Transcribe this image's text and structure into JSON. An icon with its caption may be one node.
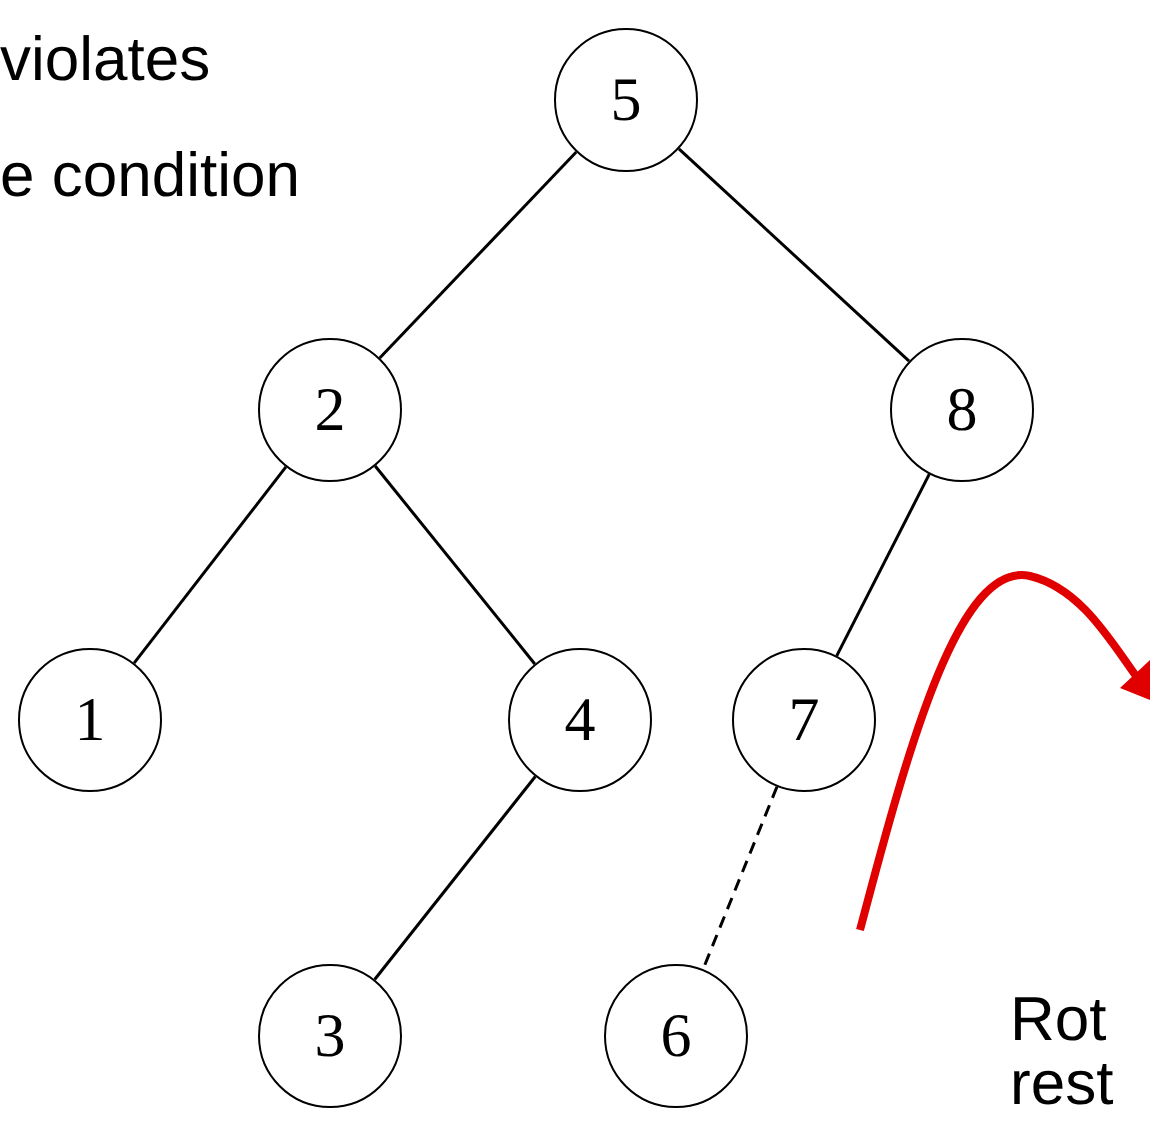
{
  "diagram": {
    "nodes": [
      {
        "text": [
          "5"
        ]
      },
      {
        "text": [
          "2"
        ]
      },
      {
        "text": [
          "8"
        ]
      },
      {
        "text": [
          "1"
        ]
      },
      {
        "text": [
          "4"
        ]
      },
      {
        "text": [
          "7"
        ]
      },
      {
        "text": [
          "3"
        ]
      },
      {
        "text": [
          "6"
        ]
      }
    ],
    "edges": [
      {
        "from": 0,
        "to": 1,
        "arrow": "none"
      },
      {
        "from": 0,
        "to": 2,
        "arrow": "none"
      },
      {
        "from": 1,
        "to": 3,
        "arrow": "none"
      },
      {
        "from": 1,
        "to": 4,
        "arrow": "none"
      },
      {
        "from": 2,
        "to": 5,
        "arrow": "none"
      },
      {
        "from": 4,
        "to": 6,
        "arrow": "none"
      },
      {
        "from": 5,
        "to": 7,
        "arrow": "none",
        "style": "dashed"
      }
    ],
    "labels": [
      "violates",
      "e condition",
      "Rot",
      "rest"
    ]
  }
}
